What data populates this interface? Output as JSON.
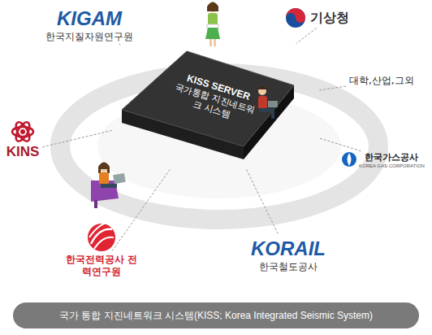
{
  "diagram": {
    "caption": "국가 통합 지진네트워크 시스템(KISS; Korea Integrated Seismic System)",
    "nodes": [
      {
        "text": [
          "KIGAM",
          "한국지질자원연구원"
        ]
      },
      {
        "text": [
          "기상청"
        ]
      },
      {
        "text": [
          "KISS SERVER",
          "국가통합 지진네트워크 시스템"
        ]
      },
      {
        "text": [
          "대학,산업,그외"
        ]
      },
      {
        "text": [
          "KINS"
        ]
      },
      {
        "text": [
          "한국가스공사",
          "KOREA GAS CORPORATION"
        ]
      },
      {
        "text": [
          "한국전력공사 전력연구원"
        ]
      },
      {
        "text": [
          "KORAIL",
          "한국철도공사"
        ]
      }
    ],
    "edges": [
      {
        "from": 0,
        "to": 2,
        "arrow": "none"
      },
      {
        "from": 1,
        "to": 2,
        "arrow": "none"
      },
      {
        "from": 3,
        "to": 2,
        "arrow": "none"
      },
      {
        "from": 4,
        "to": 2,
        "arrow": "none"
      },
      {
        "from": 5,
        "to": 2,
        "arrow": "none"
      },
      {
        "from": 6,
        "to": 2,
        "arrow": "none"
      },
      {
        "from": 7,
        "to": 2,
        "arrow": "none"
      }
    ]
  }
}
